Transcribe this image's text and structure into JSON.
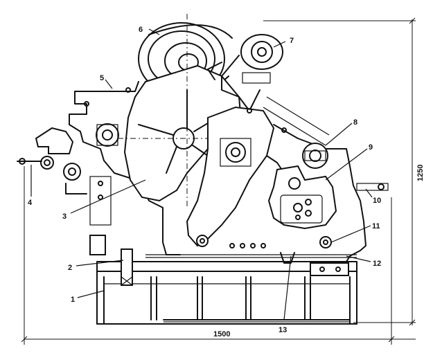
{
  "callouts": [
    {
      "id": "c6",
      "text": "6"
    },
    {
      "id": "c7a",
      "text": "7"
    },
    {
      "id": "c5",
      "text": "5"
    },
    {
      "id": "c8",
      "text": "8"
    },
    {
      "id": "c9",
      "text": "9"
    },
    {
      "id": "c4",
      "text": "4"
    },
    {
      "id": "c10",
      "text": "10"
    },
    {
      "id": "c3",
      "text": "3"
    },
    {
      "id": "c11",
      "text": "11"
    },
    {
      "id": "c2",
      "text": "2"
    },
    {
      "id": "c12",
      "text": "12"
    },
    {
      "id": "c1",
      "text": "1"
    },
    {
      "id": "c13",
      "text": "13"
    }
  ],
  "dimensions": {
    "width": "1500",
    "height": "1250"
  }
}
